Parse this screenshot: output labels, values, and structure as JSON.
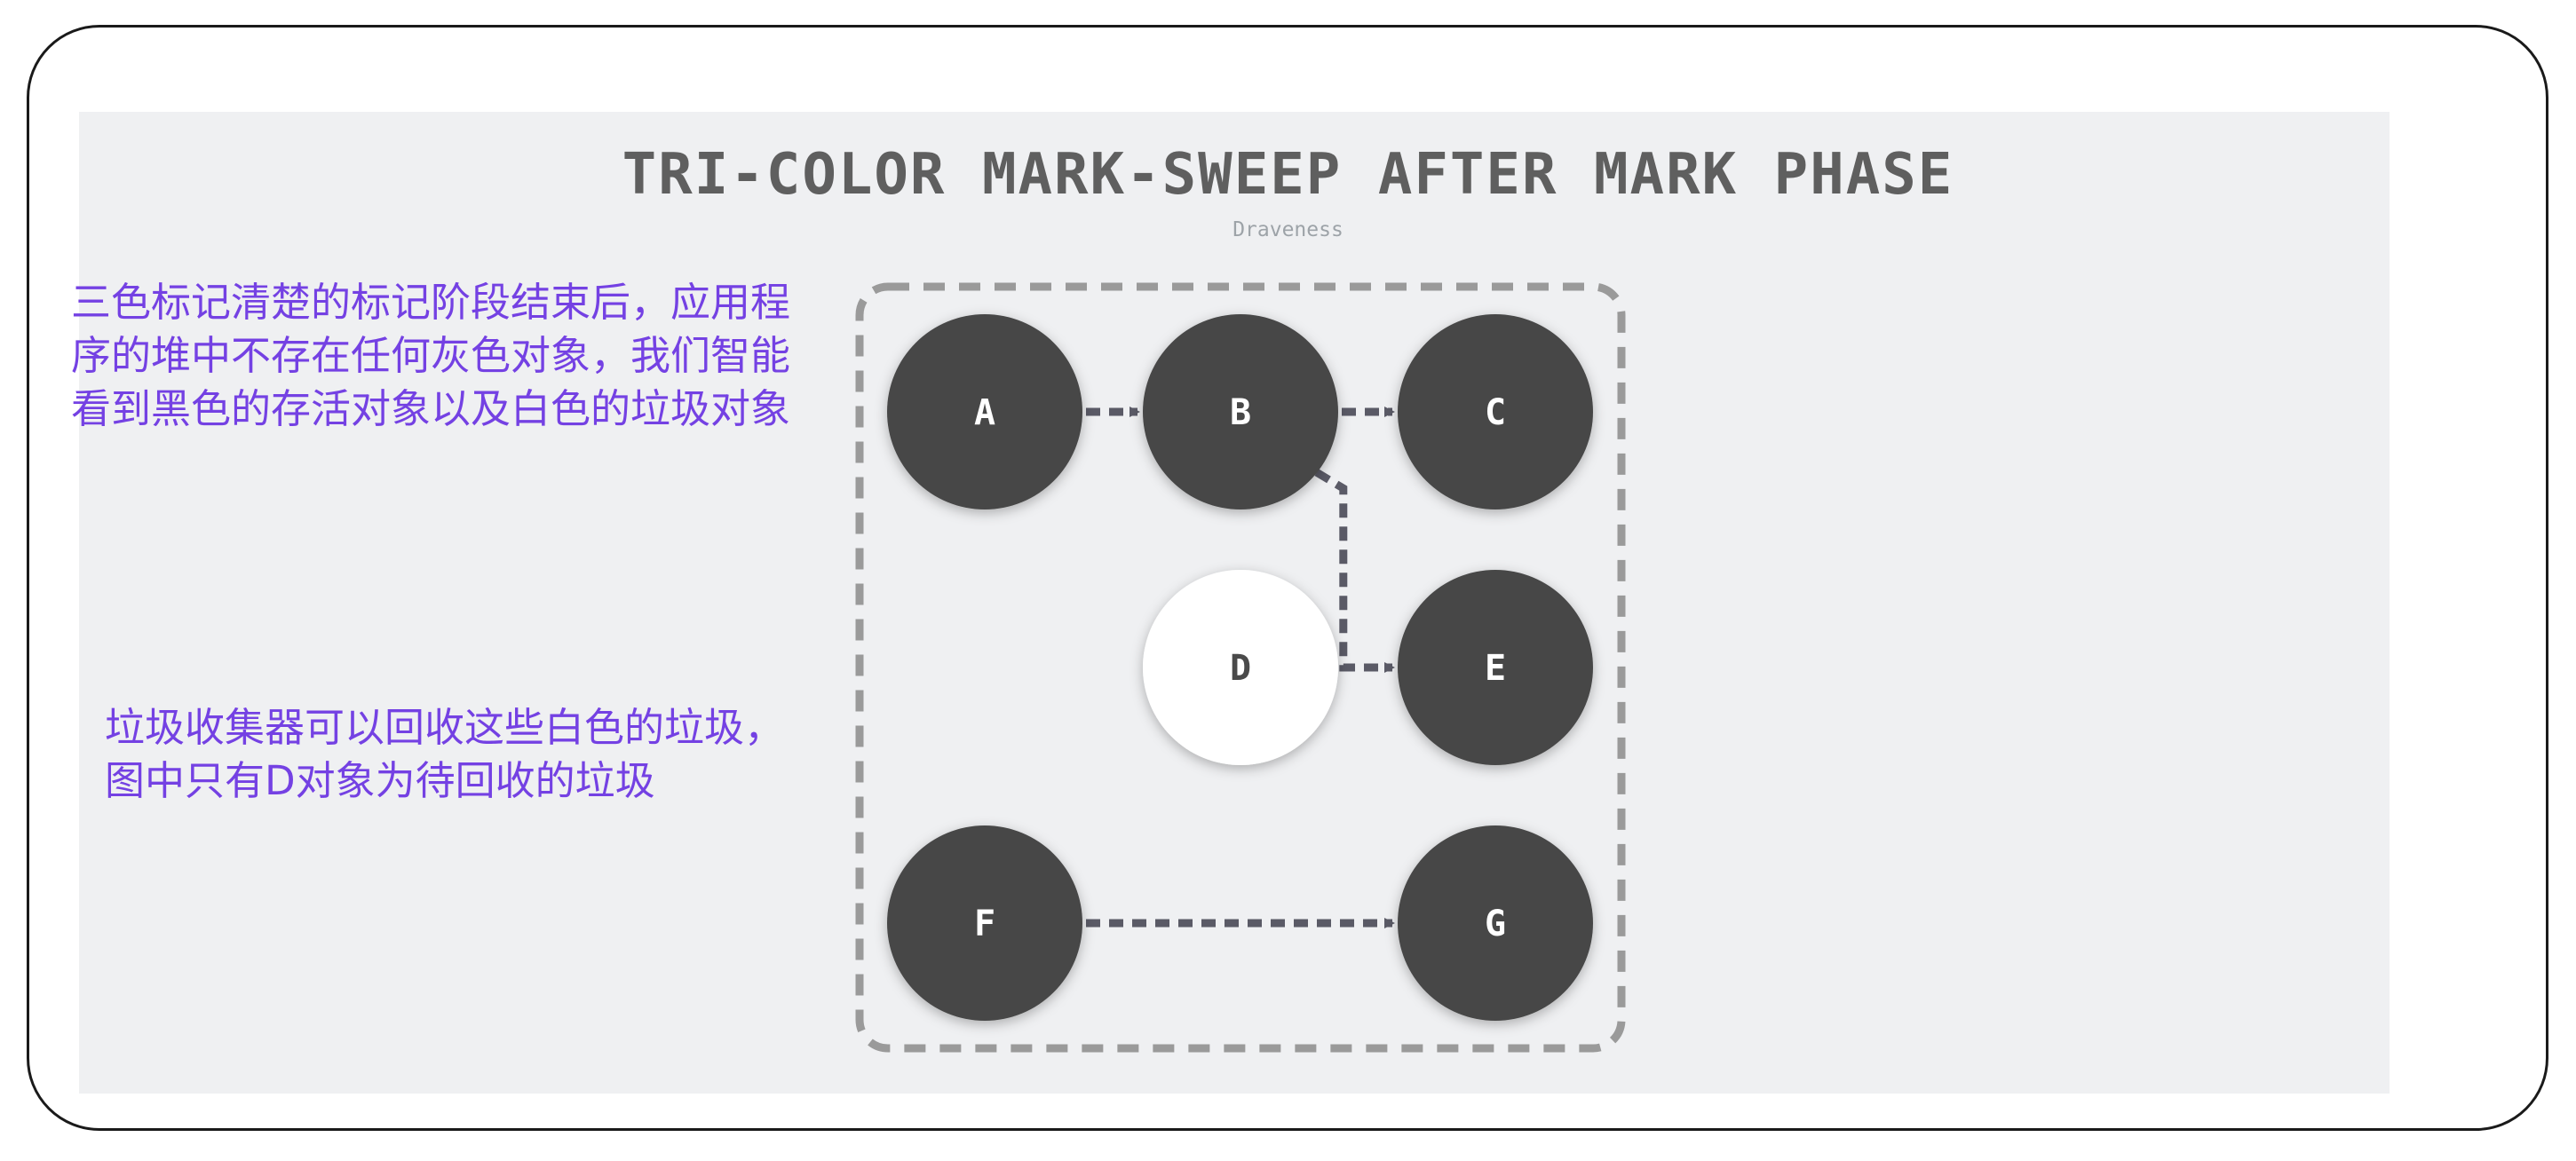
{
  "figure": {
    "title": "TRI-COLOR MARK-SWEEP AFTER MARK PHASE",
    "credit": "Draveness"
  },
  "nodes": [
    {
      "id": "A",
      "label": "A",
      "color": "black"
    },
    {
      "id": "B",
      "label": "B",
      "color": "black"
    },
    {
      "id": "C",
      "label": "C",
      "color": "black"
    },
    {
      "id": "D",
      "label": "D",
      "color": "white"
    },
    {
      "id": "E",
      "label": "E",
      "color": "black"
    },
    {
      "id": "F",
      "label": "F",
      "color": "black"
    },
    {
      "id": "G",
      "label": "G",
      "color": "black"
    }
  ],
  "edges": [
    {
      "from": "A",
      "to": "B"
    },
    {
      "from": "B",
      "to": "C"
    },
    {
      "from": "B",
      "to": "E"
    },
    {
      "from": "F",
      "to": "G"
    }
  ],
  "annotations": {
    "top_lines": [
      "三色标记清楚的标记阶段结束后，应用程",
      "序的堆中不存在任何灰色对象，我们智能",
      "看到黑色的存活对象以及白色的垃圾对象"
    ],
    "bottom_lines": [
      "垃圾收集器可以回收这些白色的垃圾，",
      "图中只有D对象为待回收的垃圾"
    ]
  },
  "colors": {
    "black_node": "#474747",
    "white_node": "#ffffff",
    "black_node_text": "#ffffff",
    "white_node_text": "#4a4a4a",
    "edge": "#5a5a66",
    "heap_border": "#9a9a9a",
    "annotation_text": "#7441e3",
    "panel_bg": "#eff0f2"
  }
}
